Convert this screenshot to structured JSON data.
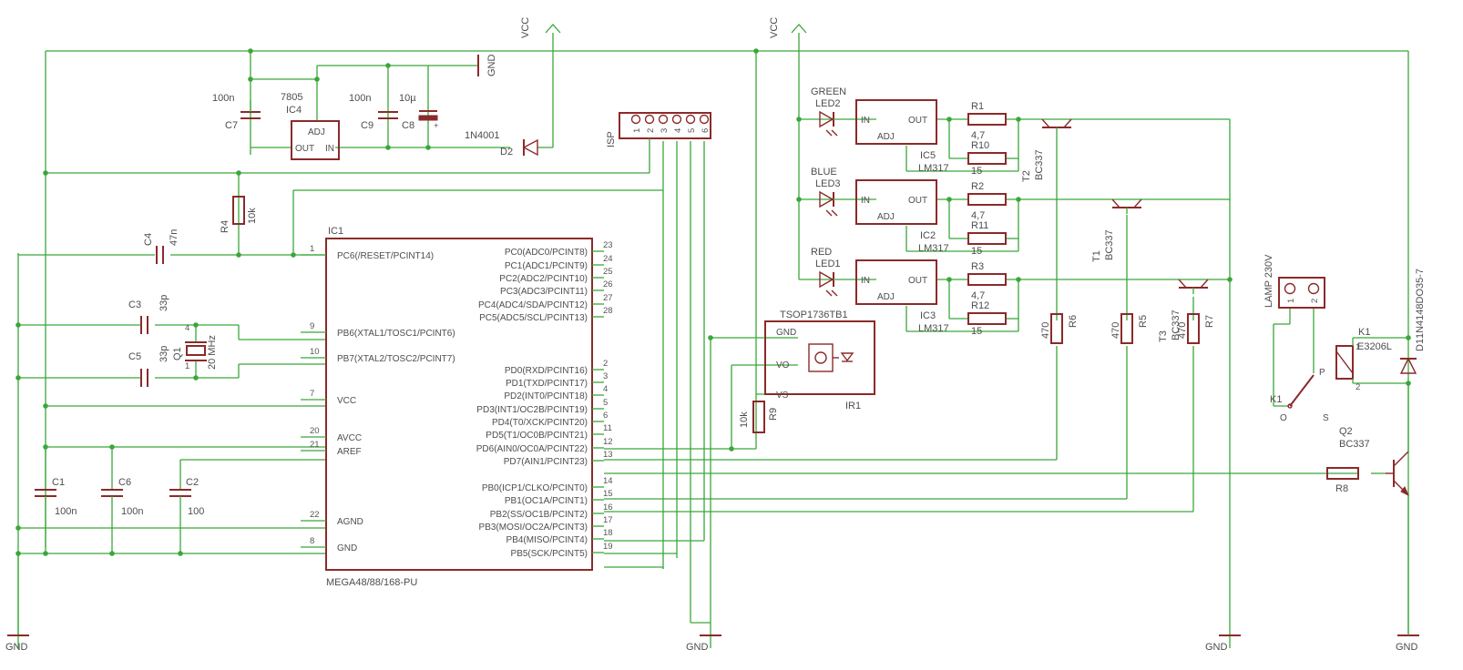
{
  "supply": {
    "vcc": "VCC",
    "gnd": "GND"
  },
  "regulator": {
    "name": "IC4",
    "value": "7805",
    "pin_adj": "ADJ",
    "pin_out": "OUT",
    "pin_in": "IN",
    "c7": {
      "name": "C7",
      "value": "100n"
    },
    "c9": {
      "name": "C9",
      "value": "100n"
    },
    "c8": {
      "name": "C8",
      "value": "10µ"
    },
    "d2": {
      "name": "D2",
      "value": "1N4001"
    }
  },
  "mcu": {
    "name": "IC1",
    "part": "MEGA48/88/168-PU",
    "left_pins": [
      {
        "label": "PC6(/RESET/PCINT14)",
        "num": "1"
      },
      {
        "label": "PB6(XTAL1/TOSC1/PCINT6)",
        "num": "9"
      },
      {
        "label": "PB7(XTAL2/TOSC2/PCINT7)",
        "num": "10"
      },
      {
        "label": "VCC",
        "num": "7"
      },
      {
        "label": "AVCC",
        "num": "20"
      },
      {
        "label": "AREF",
        "num": "21"
      },
      {
        "label": "AGND",
        "num": "22"
      },
      {
        "label": "GND",
        "num": "8"
      }
    ],
    "right_pins": [
      {
        "label": "PC0(ADC0/PCINT8)",
        "num": "23"
      },
      {
        "label": "PC1(ADC1/PCINT9)",
        "num": "24"
      },
      {
        "label": "PC2(ADC2/PCINT10)",
        "num": "25"
      },
      {
        "label": "PC3(ADC3/PCINT11)",
        "num": "26"
      },
      {
        "label": "PC4(ADC4/SDA/PCINT12)",
        "num": "27"
      },
      {
        "label": "PC5(ADC5/SCL/PCINT13)",
        "num": "28"
      },
      {
        "label": "PD0(RXD/PCINT16)",
        "num": "2"
      },
      {
        "label": "PD1(TXD/PCINT17)",
        "num": "3"
      },
      {
        "label": "PD2(INT0/PCINT18)",
        "num": "4"
      },
      {
        "label": "PD3(INT1/OC2B/PCINT19)",
        "num": "5"
      },
      {
        "label": "PD4(T0/XCK/PCINT20)",
        "num": "6"
      },
      {
        "label": "PD5(T1/OC0B/PCINT21)",
        "num": "11"
      },
      {
        "label": "PD6(AIN0/OC0A/PCINT22)",
        "num": "12"
      },
      {
        "label": "PD7(AIN1/PCINT23)",
        "num": "13"
      },
      {
        "label": "PB0(ICP1/CLKO/PCINT0)",
        "num": "14"
      },
      {
        "label": "PB1(OC1A/PCINT1)",
        "num": "15"
      },
      {
        "label": "PB2(SS/OC1B/PCINT2)",
        "num": "16"
      },
      {
        "label": "PB3(MOSI/OC2A/PCINT3)",
        "num": "17"
      },
      {
        "label": "PB4(MISO/PCINT4)",
        "num": "18"
      },
      {
        "label": "PB5(SCK/PCINT5)",
        "num": "19"
      }
    ]
  },
  "passives": {
    "c4": {
      "name": "C4",
      "value": "47n"
    },
    "r4": {
      "name": "R4",
      "value": "10k"
    },
    "c3": {
      "name": "C3",
      "value": "33p"
    },
    "c5": {
      "name": "C5",
      "value": "33p"
    },
    "q1": {
      "name": "Q1",
      "value": "20 MHz",
      "pin4": "4",
      "pin1": "1"
    },
    "c1": {
      "name": "C1",
      "value": "100n"
    },
    "c6": {
      "name": "C6",
      "value": "100n"
    },
    "c2": {
      "name": "C2",
      "value": "100"
    },
    "r9": {
      "name": "R9",
      "value": "10k"
    }
  },
  "isp": {
    "name": "ISP",
    "pins": [
      "1",
      "2",
      "3",
      "4",
      "5",
      "6"
    ]
  },
  "ir": {
    "name": "IR1",
    "part": "TSOP1736TB1",
    "pin_gnd": "GND",
    "pin_vo": "VO",
    "pin_vs": "VS"
  },
  "channels": [
    {
      "color": "GREEN",
      "led": "LED2",
      "ic": "IC5",
      "reg": "LM317",
      "r_series": "R1",
      "r_series_val": "4,7",
      "r_adj": "R10",
      "r_adj_val": "15",
      "transistor": "T2",
      "t_part": "BC337",
      "r_base": "R6",
      "r_base_val": "470"
    },
    {
      "color": "BLUE",
      "led": "LED3",
      "ic": "IC2",
      "reg": "LM317",
      "r_series": "R2",
      "r_series_val": "4,7",
      "r_adj": "R11",
      "r_adj_val": "15",
      "transistor": "T1",
      "t_part": "BC337",
      "r_base": "R5",
      "r_base_val": "470"
    },
    {
      "color": "RED",
      "led": "LED1",
      "ic": "IC3",
      "reg": "LM317",
      "r_series": "R3",
      "r_series_val": "4,7",
      "r_adj": "R12",
      "r_adj_val": "15",
      "transistor": "T3",
      "t_part": "BC337",
      "r_base": "R7",
      "r_base_val": "470"
    }
  ],
  "lm317_pins": {
    "in": "IN",
    "out": "OUT",
    "adj": "ADJ"
  },
  "lamp": {
    "name": "LAMP 230V",
    "pin1": "1",
    "pin2": "2"
  },
  "relay": {
    "name": "K1",
    "part": "E3206L",
    "pin1": "1",
    "pin2": "2",
    "contact_o": "O",
    "contact_p": "P",
    "contact_s": "S"
  },
  "flyback": {
    "name": "D1",
    "part": "1N4148DO35-7"
  },
  "driver": {
    "name": "Q2",
    "part": "BC337",
    "r_base": "R8"
  }
}
